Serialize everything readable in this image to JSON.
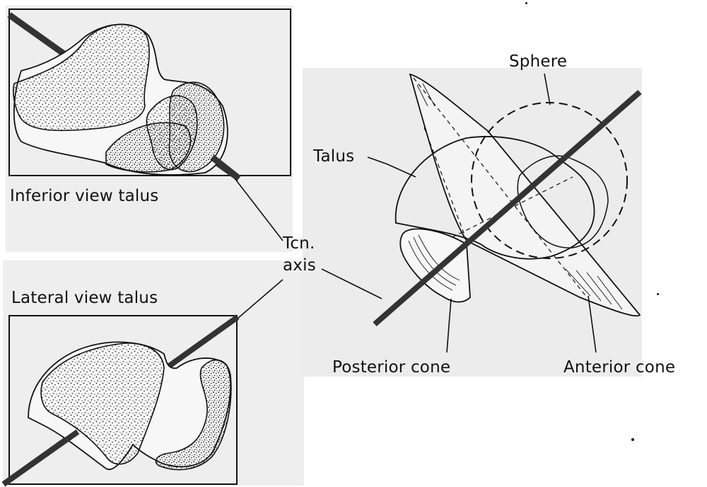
{
  "colors": {
    "paper": "#eeeeee",
    "ink": "#111111",
    "axis_rod": "#333333"
  },
  "panels": {
    "inferior": {
      "label": "Inferior view talus"
    },
    "lateral": {
      "label": "Lateral view talus"
    },
    "main": {
      "sphere_label": "Sphere",
      "talus_label": "Talus",
      "axis_label_line1": "Tcn.",
      "axis_label_line2": "axis",
      "posterior_cone_label": "Posterior cone",
      "anterior_cone_label": "Anterior cone"
    }
  }
}
